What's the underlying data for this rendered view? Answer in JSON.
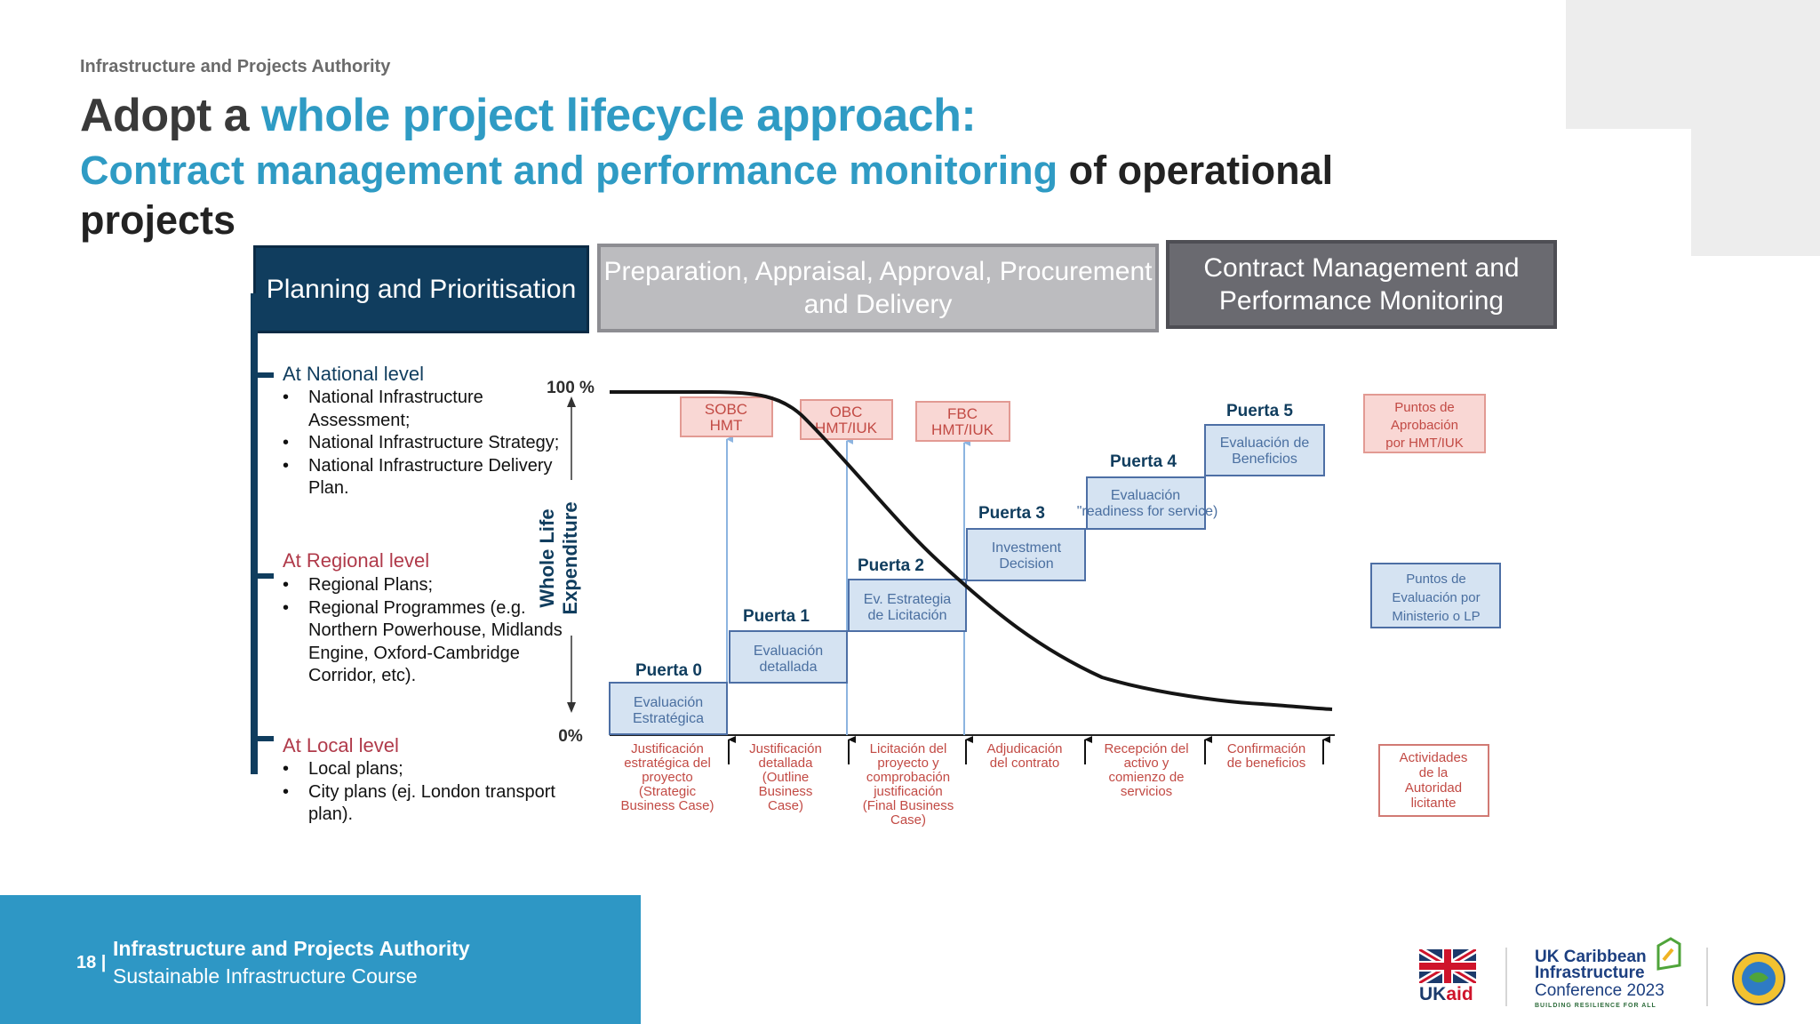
{
  "header": {
    "org": "Infrastructure and Projects Authority",
    "title_part1": "Adopt a ",
    "title_part2": "whole project lifecycle approach:",
    "sub_part1": "Contract management and performance monitoring",
    "sub_part2": " of operational projects"
  },
  "phases": [
    "Planning and Prioritisation",
    "Preparation, Appraisal, Approval, Procurement and Delivery",
    "Contract Management and Performance Monitoring"
  ],
  "levels": [
    {
      "heading": "At National level",
      "items": [
        "National Infrastructure Assessment;",
        "National Infrastructure Strategy;",
        "National Infrastructure Delivery Plan."
      ]
    },
    {
      "heading": "At Regional level",
      "items": [
        "Regional Plans;",
        "Regional Programmes (e.g. Northern Powerhouse, Midlands Engine, Oxford-Cambridge Corridor, etc)."
      ]
    },
    {
      "heading": "At Local level",
      "items": [
        "Local plans;",
        "City plans (ej. London transport plan)."
      ]
    }
  ],
  "diagram": {
    "y_top": "100 %",
    "y_bottom": "0%",
    "y_axis": [
      "Whole Life",
      "Expenditure"
    ],
    "approvals": [
      [
        "SOBC",
        "HMT"
      ],
      [
        "OBC",
        "HMT/IUK"
      ],
      [
        "FBC",
        "HMT/IUK"
      ]
    ],
    "gates": [
      "Puerta 0",
      "Puerta 1",
      "Puerta 2",
      "Puerta 3",
      "Puerta 4",
      "Puerta 5"
    ],
    "gate_boxes": [
      [
        "Evaluación",
        "Estratégica"
      ],
      [
        "Evaluación",
        "detallada"
      ],
      [
        "Ev. Estrategia",
        "de Licitación"
      ],
      [
        "Investment",
        "Decision"
      ],
      [
        "Evaluación",
        "\"readiness for service)"
      ],
      [
        "Evaluación de",
        "Beneficios"
      ]
    ],
    "activities": [
      [
        "Justificación",
        "estratégica del",
        "proyecto",
        "(Strategic",
        "Business Case)"
      ],
      [
        "Justificación",
        "detallada",
        "(Outline",
        "Business",
        "Case)"
      ],
      [
        "Licitación del",
        "proyecto y",
        "comprobación",
        "justificación",
        "(Final Business",
        "Case)"
      ],
      [
        "Adjudicación",
        "del contrato"
      ],
      [
        "Recepción del",
        "activo y",
        "comienzo de",
        "servicios"
      ],
      [
        "Confirmación",
        "de beneficios"
      ]
    ],
    "legend": [
      [
        "Puntos de",
        "Aprobación",
        "por HMT/IUK"
      ],
      [
        "Puntos de",
        "Evaluación por",
        "Ministerio o LP"
      ],
      [
        "Actividades",
        "de la",
        "Autoridad",
        "licitante"
      ]
    ],
    "colors": {
      "pink_fill": "#f9d7d4",
      "pink_border": "#e29a93",
      "pink_text": "#c24a44",
      "blue_fill": "#d5e3f2",
      "blue_border": "#4d6fa5",
      "blue_text": "#4a6fa0",
      "arrow": "#8cb4e0"
    }
  },
  "footer": {
    "page": "18 |",
    "line1": "Infrastructure and Projects Authority",
    "line2": "Sustainable Infrastructure Course"
  },
  "logos": {
    "ukaid_a": "UK",
    "ukaid_b": "aid",
    "conf_line1": "UK Caribbean",
    "conf_line2": "Infrastructure",
    "conf_line3": "Conference 2023",
    "conf_tag": "BUILDING RESILIENCE FOR ALL"
  }
}
